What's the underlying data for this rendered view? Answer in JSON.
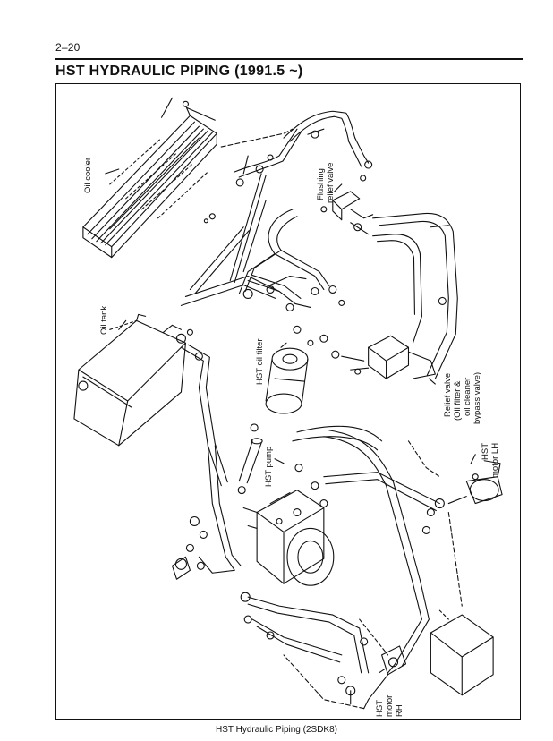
{
  "header": {
    "page_number": "2–20",
    "title": "HST HYDRAULIC PIPING (1991.5 ~)"
  },
  "diagram": {
    "labels": {
      "oil_cooler": "Oil cooler",
      "flushing_relief_valve_1": "Flushing",
      "flushing_relief_valve_2": "relief valve",
      "oil_tank": "Oil tank",
      "hst_oil_filter": "HST oil filter",
      "hst_pump": "HST pump",
      "relief_valve_1": "Relief valve",
      "relief_valve_2": "(Oil filter &",
      "relief_valve_3": "oil cleaner",
      "relief_valve_4": "bypass valve)",
      "hst_motor_lh_1": "HST",
      "hst_motor_lh_2": "motor LH",
      "hst_motor_rh_1": "HST",
      "hst_motor_rh_2": "motor",
      "hst_motor_rh_3": "RH"
    }
  },
  "footer": {
    "caption": "HST Hydraulic Piping (2SDK8)"
  }
}
